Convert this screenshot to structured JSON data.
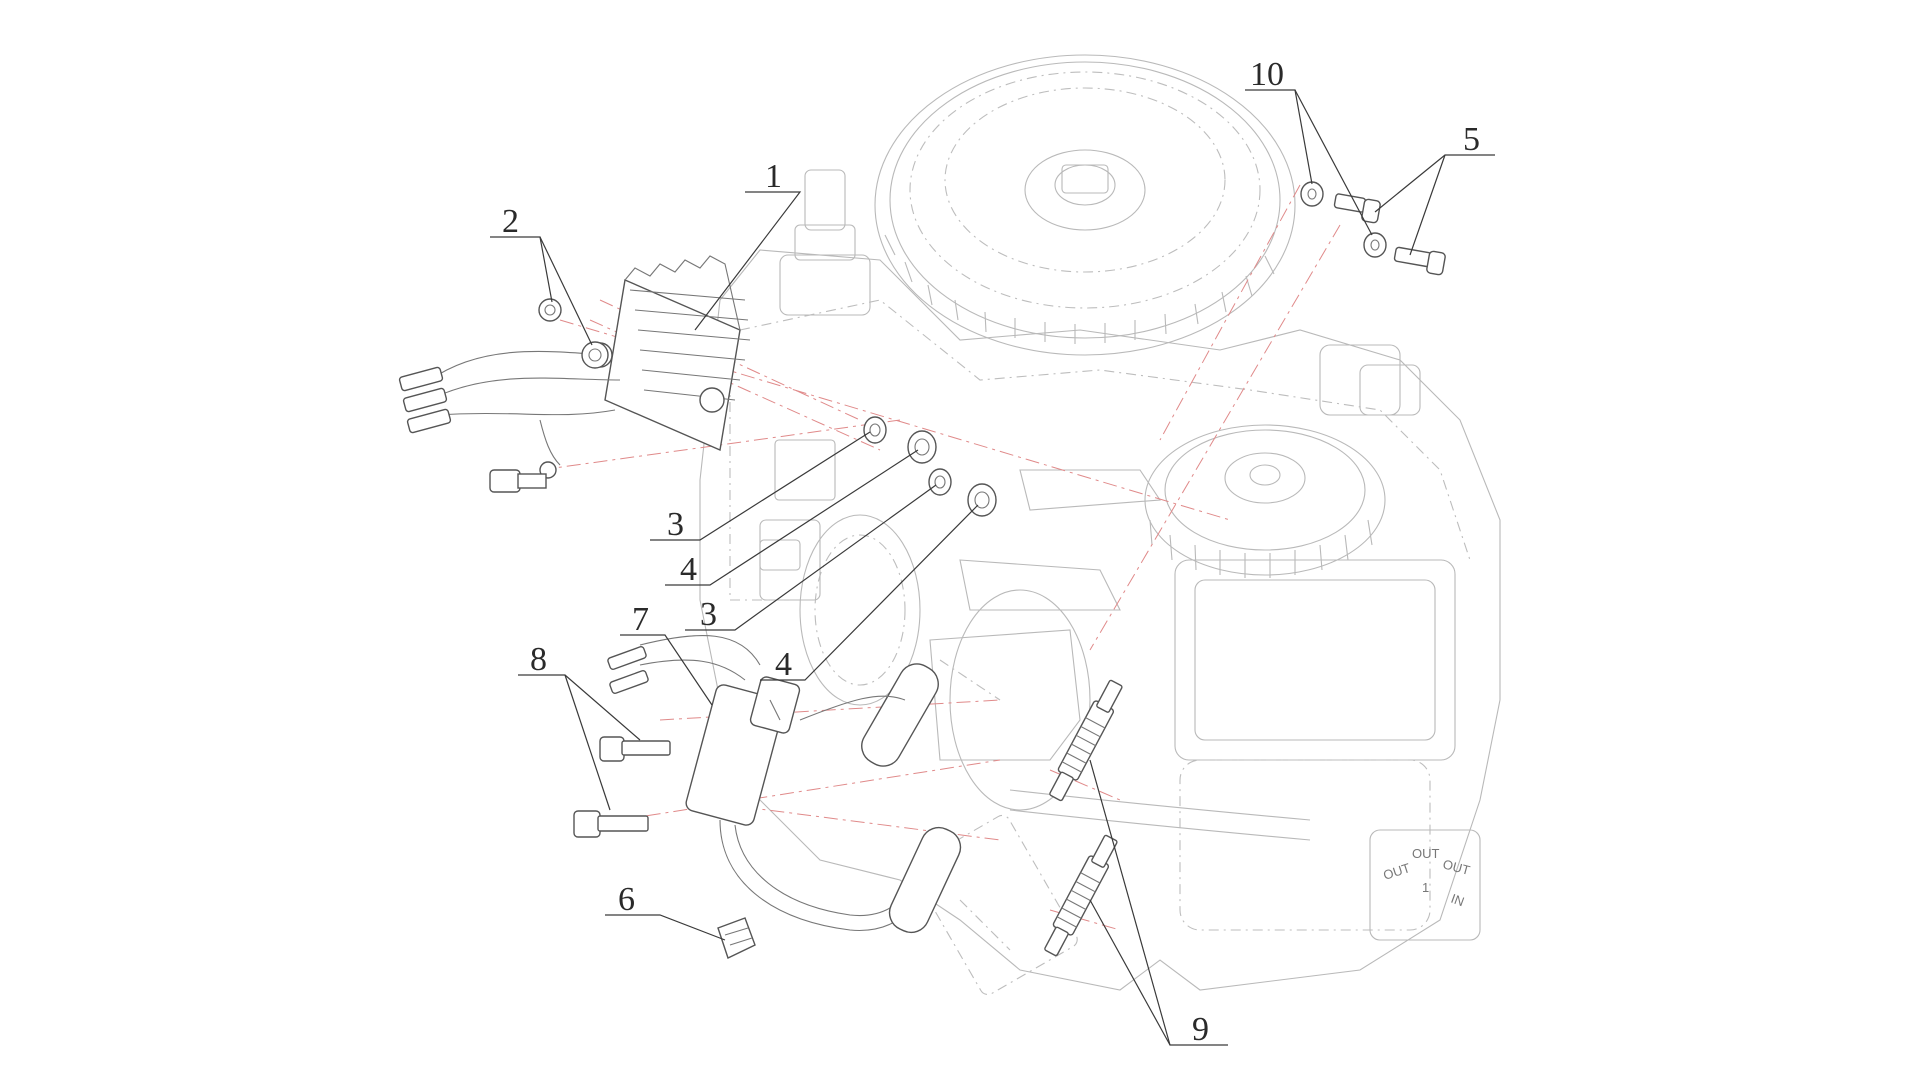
{
  "diagram": {
    "callouts": [
      {
        "id": "1",
        "label": "1"
      },
      {
        "id": "2",
        "label": "2"
      },
      {
        "id": "3a",
        "label": "3"
      },
      {
        "id": "4a",
        "label": "4"
      },
      {
        "id": "3b",
        "label": "3"
      },
      {
        "id": "4b",
        "label": "4"
      },
      {
        "id": "5",
        "label": "5"
      },
      {
        "id": "6",
        "label": "6"
      },
      {
        "id": "7",
        "label": "7"
      },
      {
        "id": "8",
        "label": "8"
      },
      {
        "id": "9",
        "label": "9"
      },
      {
        "id": "10",
        "label": "10"
      }
    ],
    "pump_text": {
      "out1": "OUT",
      "out2": "OUT",
      "out3": "OUT",
      "one": "1",
      "in": "IN"
    }
  }
}
